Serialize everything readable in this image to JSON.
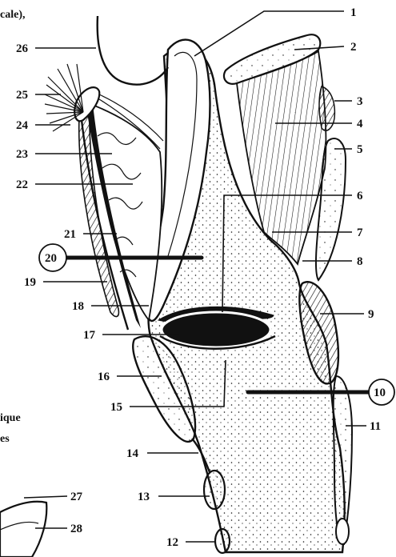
{
  "diagram": {
    "labels": [
      {
        "id": "1",
        "text": "1",
        "circled": false
      },
      {
        "id": "2",
        "text": "2",
        "circled": false
      },
      {
        "id": "3",
        "text": "3",
        "circled": false
      },
      {
        "id": "4",
        "text": "4",
        "circled": false
      },
      {
        "id": "5",
        "text": "5",
        "circled": false
      },
      {
        "id": "6",
        "text": "6",
        "circled": false
      },
      {
        "id": "7",
        "text": "7",
        "circled": false
      },
      {
        "id": "8",
        "text": "8",
        "circled": false
      },
      {
        "id": "9",
        "text": "9",
        "circled": false
      },
      {
        "id": "10",
        "text": "10",
        "circled": true
      },
      {
        "id": "11",
        "text": "11",
        "circled": false
      },
      {
        "id": "12",
        "text": "12",
        "circled": false
      },
      {
        "id": "13",
        "text": "13",
        "circled": false
      },
      {
        "id": "14",
        "text": "14",
        "circled": false
      },
      {
        "id": "15",
        "text": "15",
        "circled": false
      },
      {
        "id": "16",
        "text": "16",
        "circled": false
      },
      {
        "id": "17",
        "text": "17",
        "circled": false
      },
      {
        "id": "18",
        "text": "18",
        "circled": false
      },
      {
        "id": "19",
        "text": "19",
        "circled": false
      },
      {
        "id": "20",
        "text": "20",
        "circled": true
      },
      {
        "id": "21",
        "text": "21",
        "circled": false
      },
      {
        "id": "22",
        "text": "22",
        "circled": false
      },
      {
        "id": "23",
        "text": "23",
        "circled": false
      },
      {
        "id": "24",
        "text": "24",
        "circled": false
      },
      {
        "id": "25",
        "text": "25",
        "circled": false
      },
      {
        "id": "26",
        "text": "26",
        "circled": false
      },
      {
        "id": "27",
        "text": "27",
        "circled": false
      },
      {
        "id": "28",
        "text": "28",
        "circled": false
      }
    ],
    "edge_text": {
      "top_left": "cale),",
      "mid_left_a": "ique",
      "mid_left_b": "es"
    }
  }
}
